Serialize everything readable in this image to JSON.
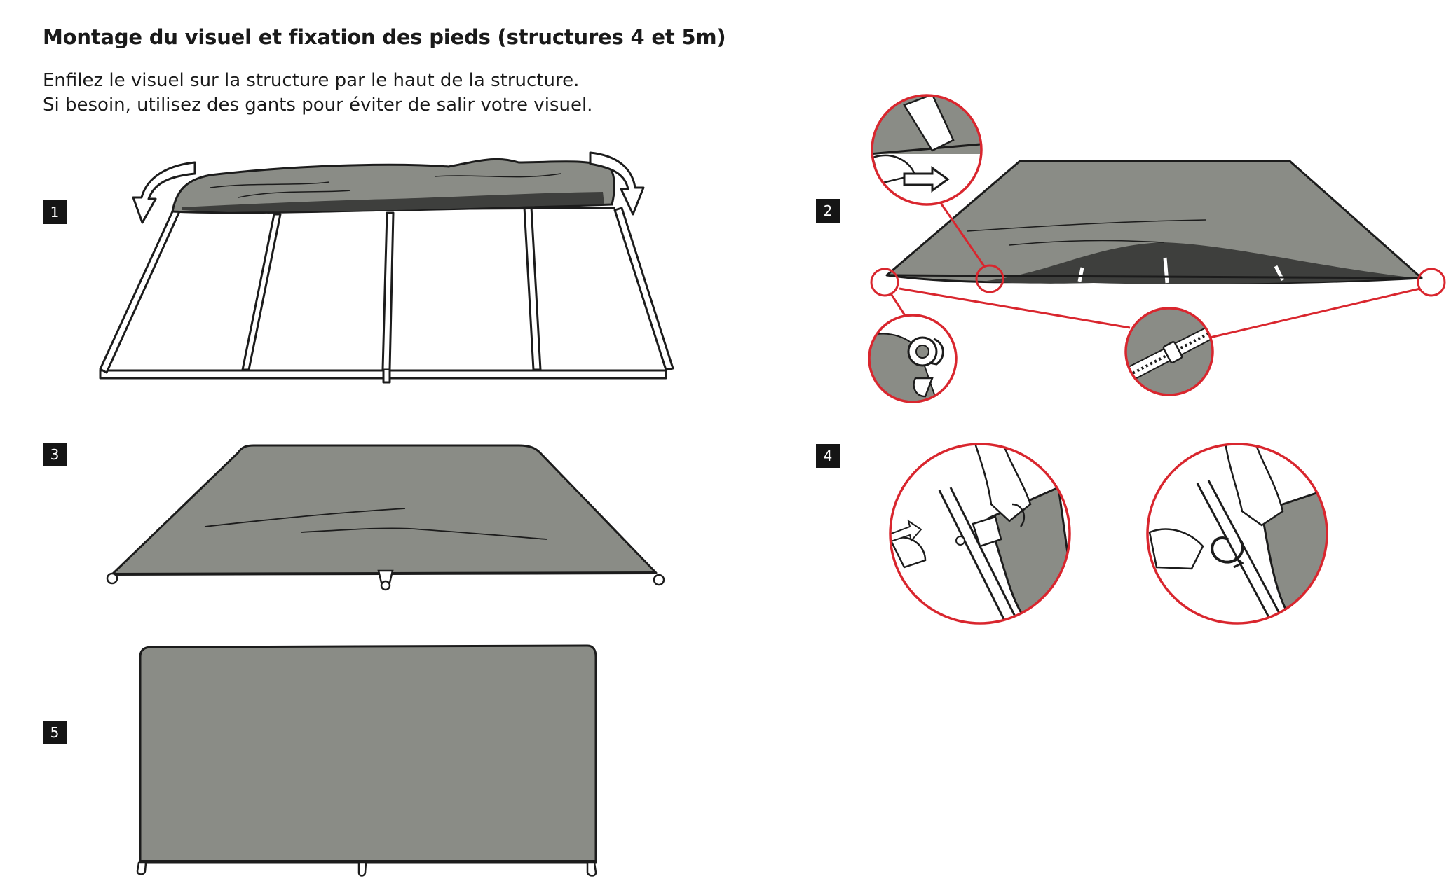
{
  "heading": "Montage du visuel et fixation des pieds (structures 4 et 5m)",
  "instructions": [
    "Enfilez le visuel sur la structure par le haut de la structure.",
    "Si besoin, utilisez des gants pour éviter de salir votre visuel."
  ],
  "steps": [
    {
      "number": "1"
    },
    {
      "number": "2"
    },
    {
      "number": "3"
    },
    {
      "number": "4"
    },
    {
      "number": "5"
    }
  ],
  "colors": {
    "fabric": "#8a8c86",
    "fabric_dark": "#3e3f3d",
    "outline": "#1c1c1c",
    "callout_red": "#d9262e",
    "badge": "#151515"
  }
}
